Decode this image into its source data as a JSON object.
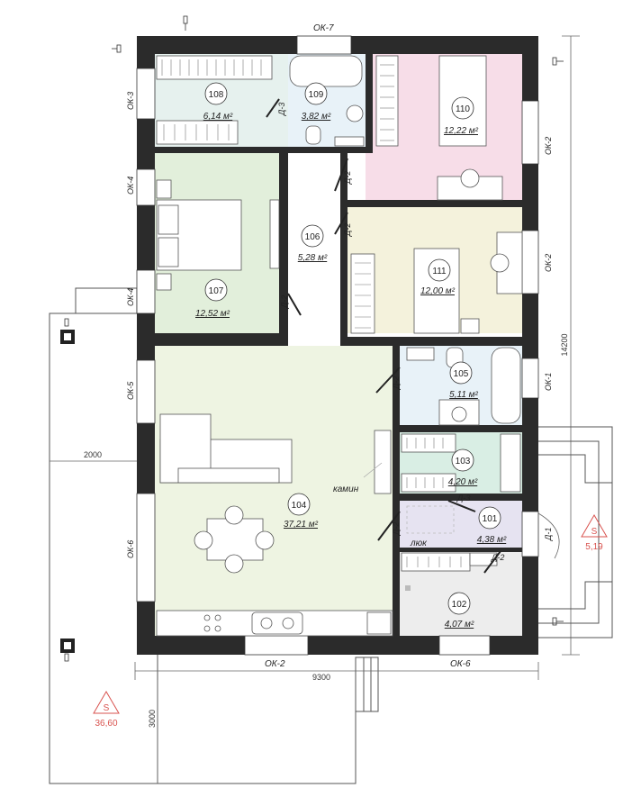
{
  "rooms": [
    {
      "id": "r108",
      "number": "108",
      "area": "6,14 м²"
    },
    {
      "id": "r109",
      "number": "109",
      "area": "3,82 м²"
    },
    {
      "id": "r110",
      "number": "110",
      "area": "12,22 м²"
    },
    {
      "id": "r106",
      "number": "106",
      "area": "5,28 м²"
    },
    {
      "id": "r107",
      "number": "107",
      "area": "12,52 м²"
    },
    {
      "id": "r111",
      "number": "111",
      "area": "12,00 м²"
    },
    {
      "id": "r105",
      "number": "105",
      "area": "5,11 м²"
    },
    {
      "id": "r103",
      "number": "103",
      "area": "4,20 м²"
    },
    {
      "id": "r104",
      "number": "104",
      "area": "37,21 м²"
    },
    {
      "id": "r101",
      "number": "101",
      "area": "4,38 м²"
    },
    {
      "id": "r102",
      "number": "102",
      "area": "4,07 м²"
    }
  ],
  "windows": {
    "ok7_top": "ОК-7",
    "ok3_left": "ОК-3",
    "ok4_left_a": "ОК-4",
    "ok4_left_b": "ОК-4",
    "ok5_left": "ОК-5",
    "ok6_left": "ОК-6",
    "ok2_right_a": "ОК-2",
    "ok2_right_b": "ОК-2",
    "ok1_right": "ОК-1",
    "ok2_bottom": "ОК-2",
    "ok6_bottom": "ОК-6"
  },
  "doors": {
    "d3_109": "Д-3",
    "d2_110": "Д-2",
    "d2_111": "Д-2",
    "d2_107": "Д-2",
    "d2_105": "Д-2",
    "d3_103": "Д-3",
    "d2_104": "Д-2",
    "d2_102": "Д-2",
    "d1_entry": "Д-1"
  },
  "annotations": {
    "fireplace": "камин",
    "hatch": "люк"
  },
  "dimensions": {
    "total_width": "9300",
    "total_height": "14200",
    "terrace_width": "2000",
    "terrace_depth": "3000"
  },
  "terraces": [
    {
      "symbol": "S",
      "area": "36,60"
    },
    {
      "symbol": "S",
      "area": "5,19"
    }
  ],
  "colors": {
    "wall": "#2b2b2b",
    "bath": "#e8f2f8",
    "bed110": "#f7dde8",
    "bed107": "#e2efdb",
    "bed111": "#f4f2dc",
    "living": "#eef4e2",
    "closet103": "#d9eee4",
    "hall101": "#e6e3f1",
    "utility102": "#ededed",
    "accent_red": "#d9534f"
  }
}
